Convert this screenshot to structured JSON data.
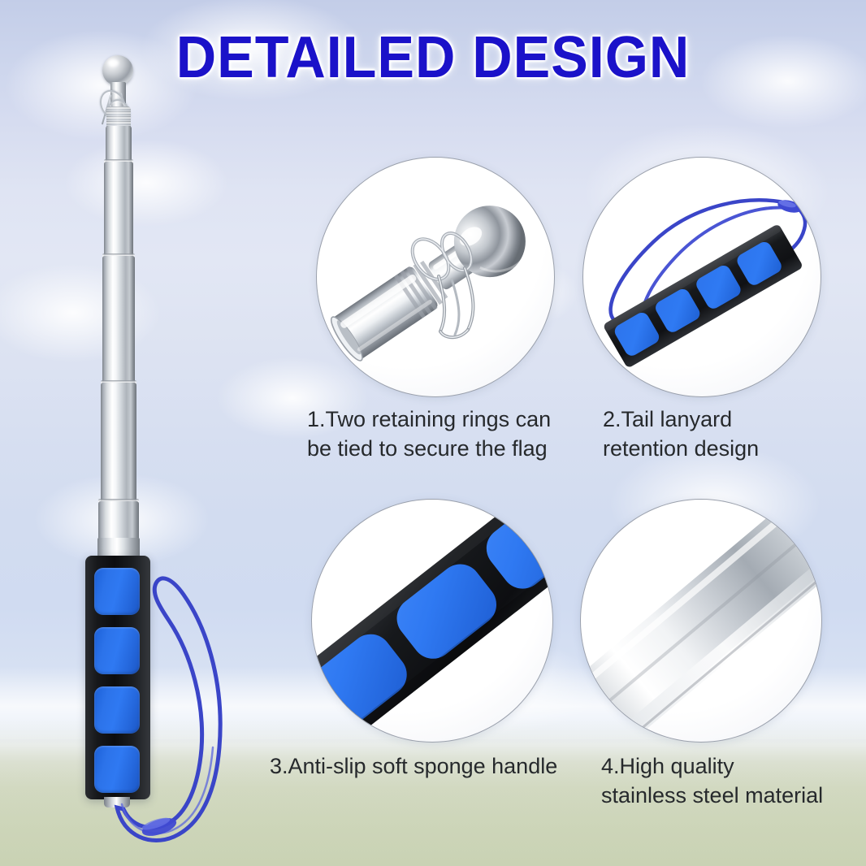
{
  "page": {
    "title": "DETAILED DESIGN",
    "title_color": "#1b12c9",
    "background_description": "blue sky with white clouds over pale green field"
  },
  "product": {
    "name": "telescoping stainless steel flag pole",
    "parts": {
      "finial": "chrome ball finial",
      "retaining_rings": "two metal retaining rings",
      "shaft": "telescoping stainless steel tube",
      "handle": "black anti-slip sponge handle with four blue pads",
      "lanyard": "blue wrist lanyard loop"
    },
    "colors": {
      "blue_pad": "#2f79f2",
      "handle_black": "#0c0d0f",
      "steel": "#d3d8dd",
      "lanyard_blue": "#2b35c4"
    }
  },
  "details": [
    {
      "id": 1,
      "caption": "1.Two retaining rings can\nbe tied to secure the flag",
      "image_alt": "close-up of chrome ball finial with two wire retaining rings on a silver tube"
    },
    {
      "id": 2,
      "caption": "2.Tail lanyard\nretention design",
      "image_alt": "close-up of black handle with blue pads and blue lanyard loop"
    },
    {
      "id": 3,
      "caption": "3.Anti-slip soft sponge handle",
      "image_alt": "macro of black sponge grip with blue anti-slip pads"
    },
    {
      "id": 4,
      "caption": "4.High quality\nstainless steel material",
      "image_alt": "macro of polished stainless steel pole tube"
    }
  ]
}
